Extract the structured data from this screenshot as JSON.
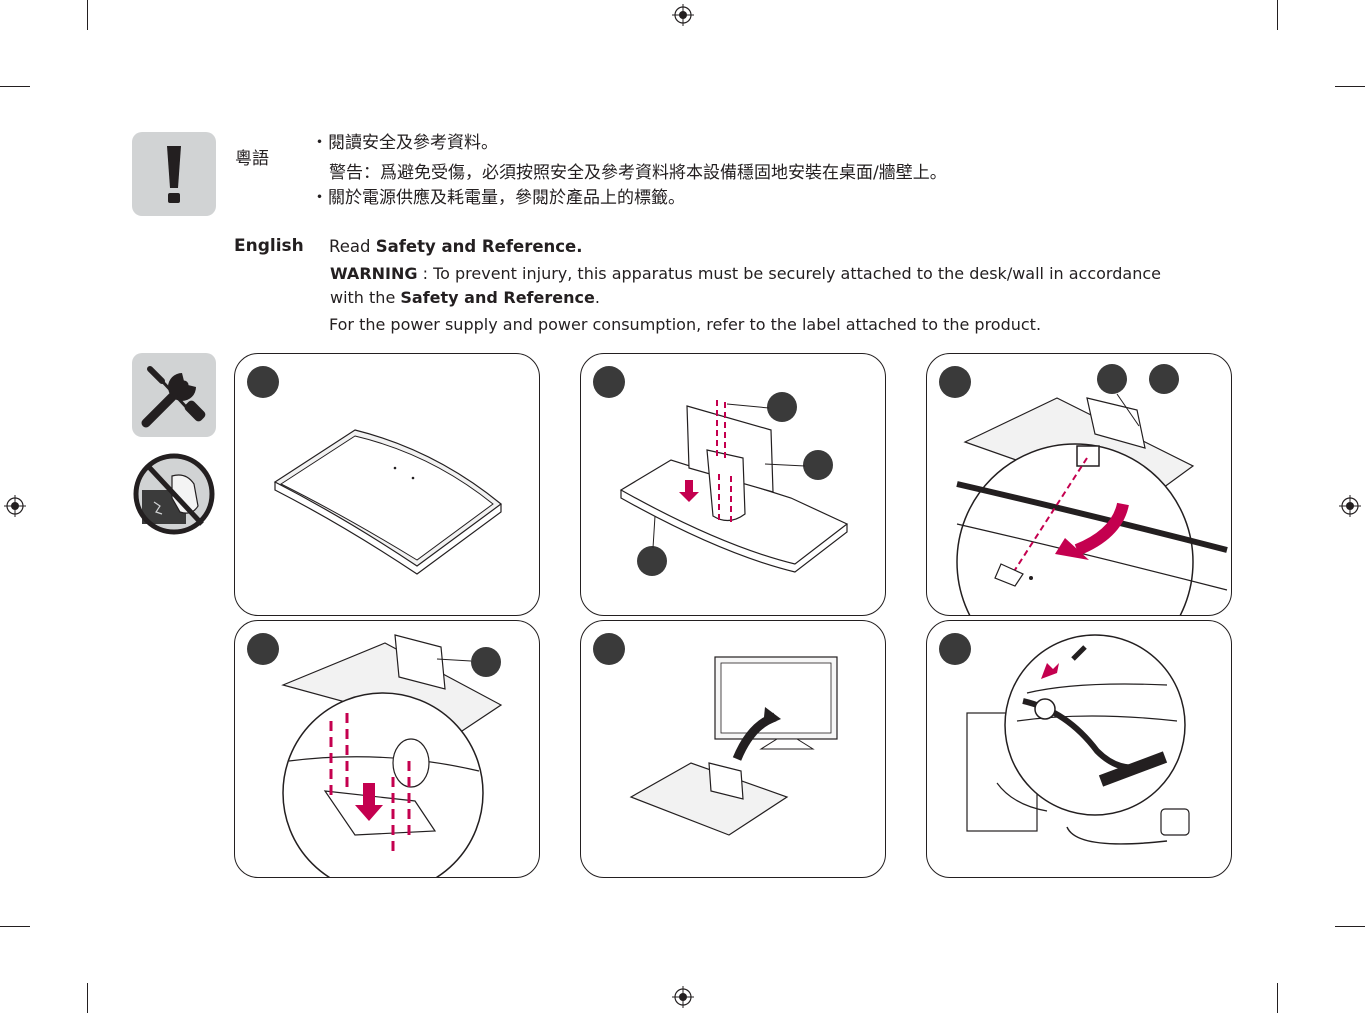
{
  "cantonese": {
    "label": "粵語",
    "bullet1": "・閱讀安全及參考資料。",
    "warning_line": "警告：爲避免受傷，必須按照安全及參考資料將本設備穩固地安裝在桌面/牆壁上。",
    "bullet2": "・關於電源供應及耗電量，參閱於產品上的標籤。"
  },
  "english": {
    "label": "English",
    "read_prefix": "Read ",
    "read_bold": "Safety and Reference.",
    "warning_bold": "WARNING",
    "warning_text": " : To prevent injury, this apparatus must be securely attached to the desk/wall in accordance",
    "warning_cont_prefix": "with the ",
    "warning_cont_bold": "Safety and Reference",
    "warning_cont_suffix": ".",
    "power_text": "For the power supply and power consumption, refer to the label attached to the product."
  },
  "icons": {
    "caution": "exclamation-icon",
    "tools": "wrench-screwdriver-icon",
    "no_touch": "no-touch-screen-icon"
  },
  "colors": {
    "accent": "#c4004f",
    "ink": "#231f20",
    "icon_bg": "#d1d3d4"
  }
}
